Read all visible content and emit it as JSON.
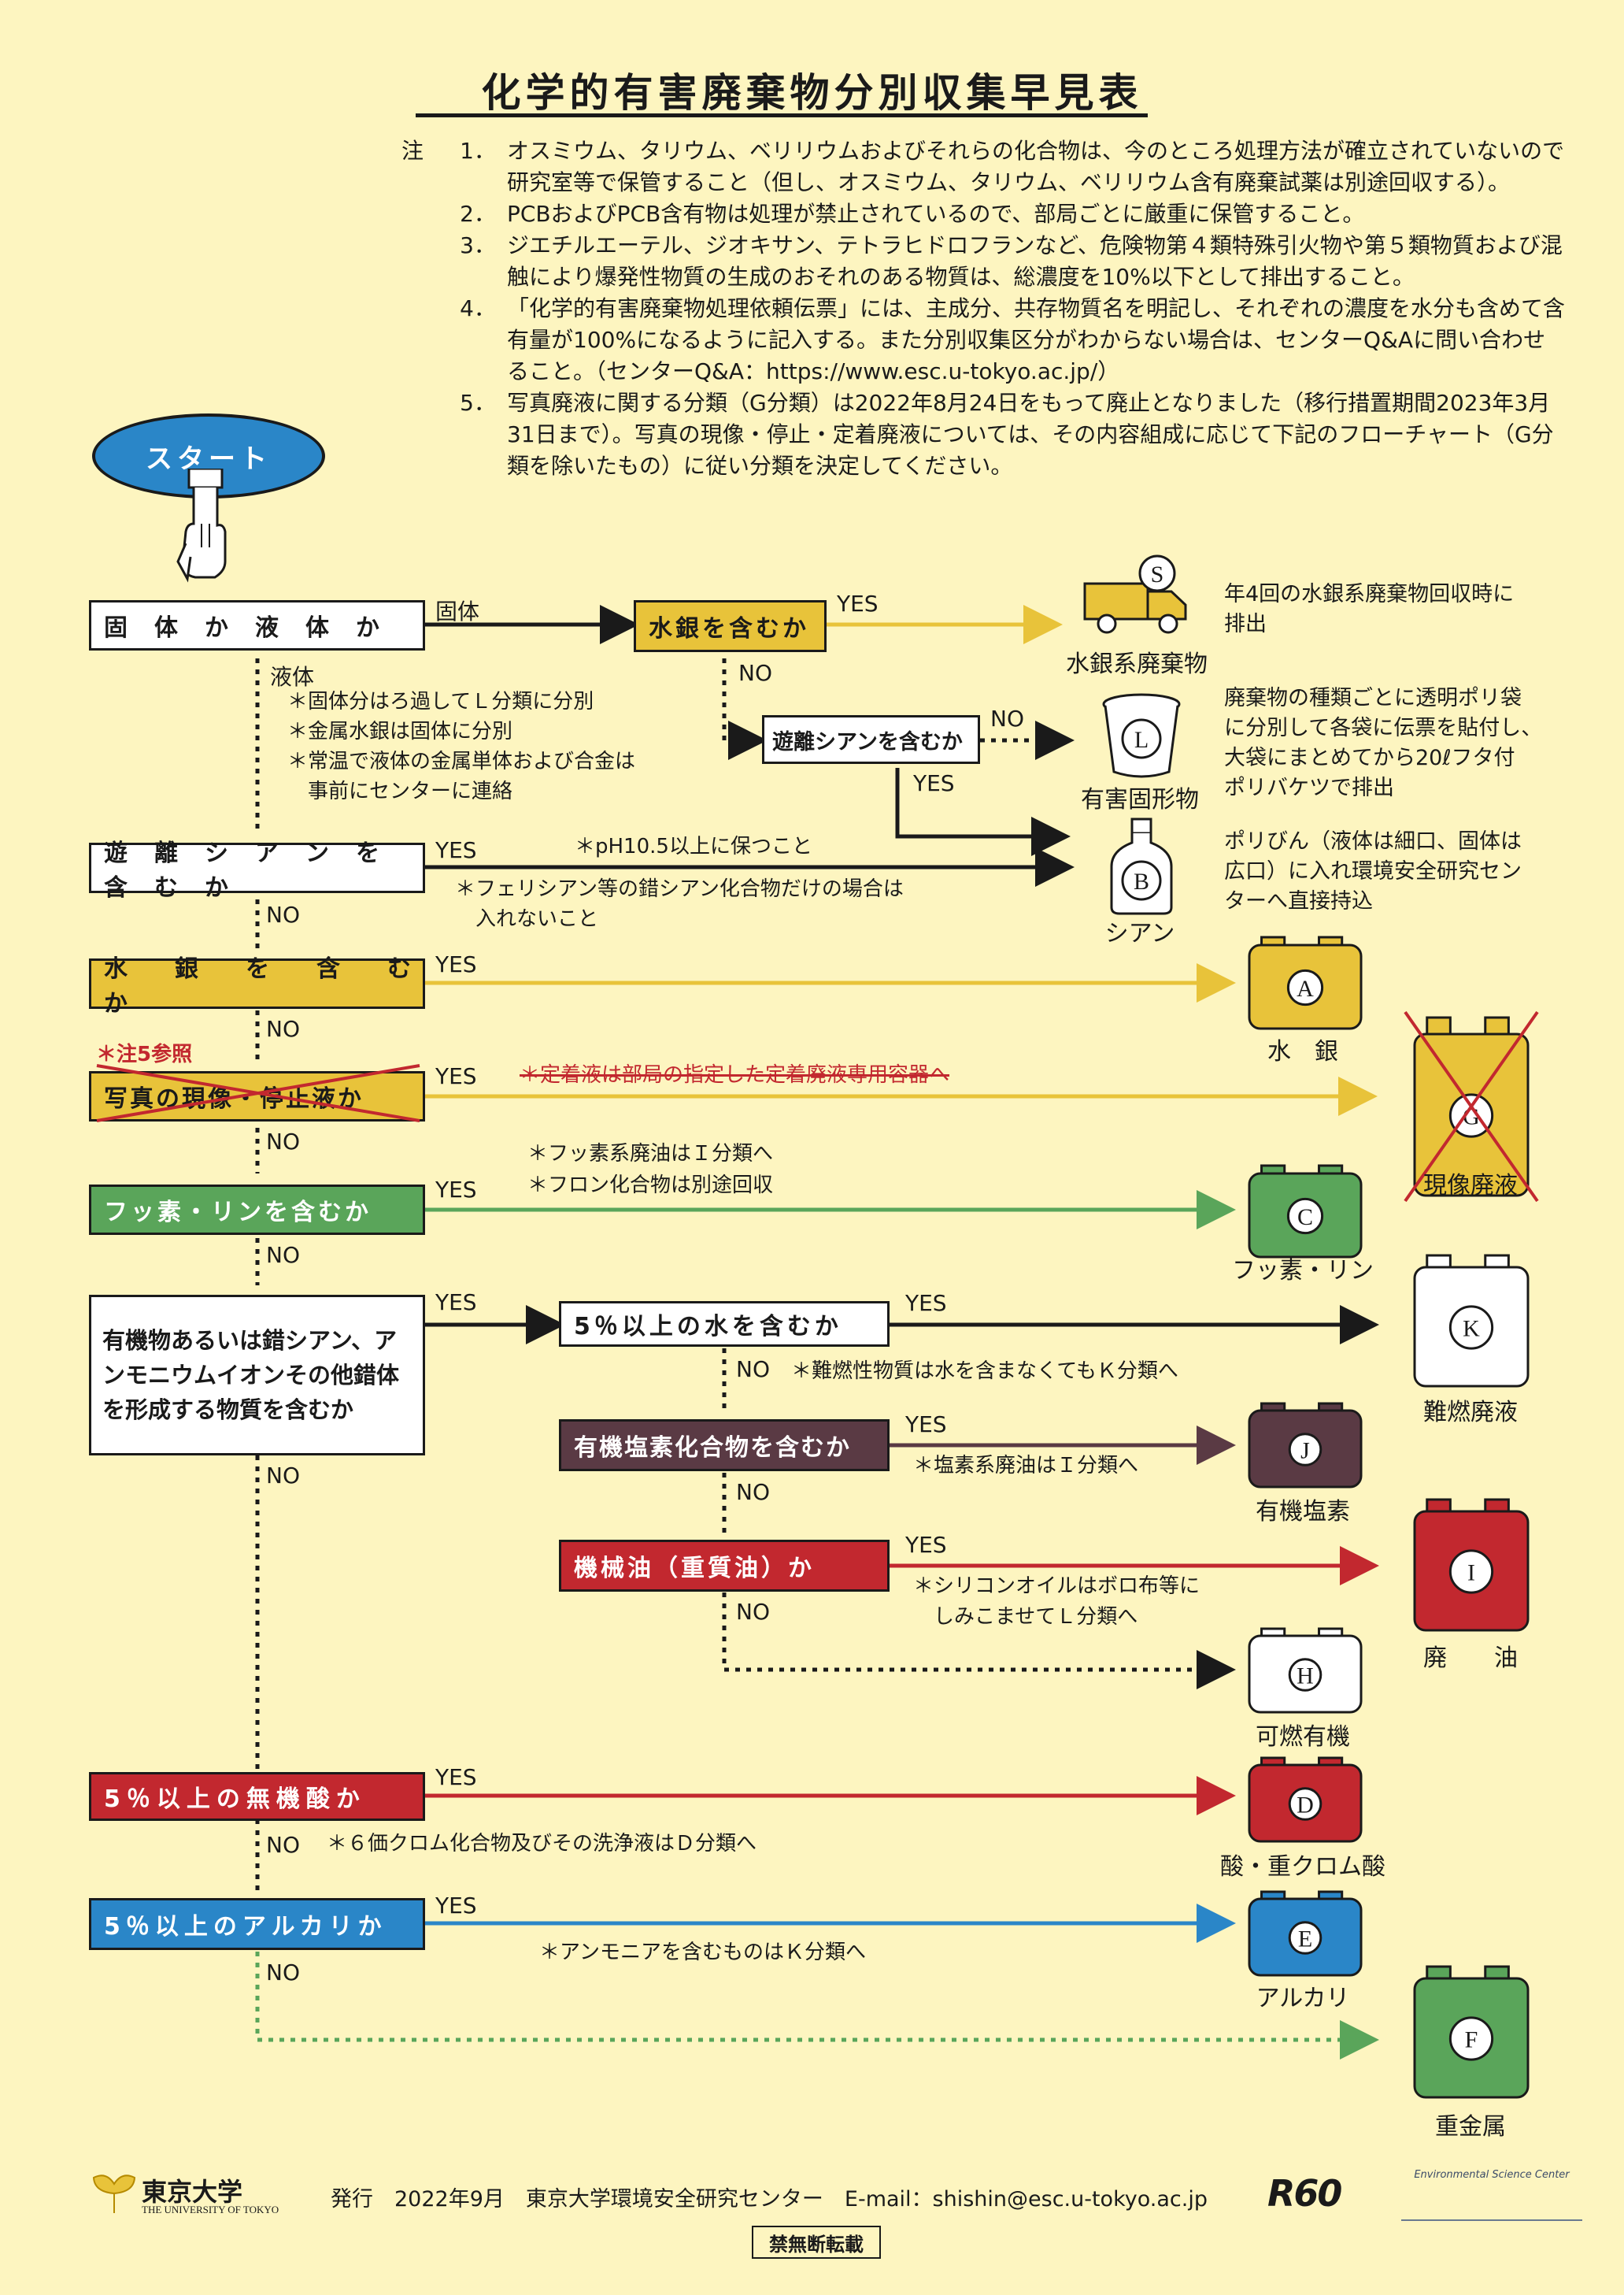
{
  "title": "化学的有害廃棄物分別収集早見表",
  "notes_head": "注",
  "notes": [
    {
      "num": "1．",
      "text": "オスミウム、タリウム、ベリリウムおよびそれらの化合物は、今のところ処理方法が確立されていないので研究室等で保管すること（但し、オスミウム、タリウム、ベリリウム含有廃棄試薬は別途回収する）。"
    },
    {
      "num": "2．",
      "text": "PCBおよびPCB含有物は処理が禁止されているので、部局ごとに厳重に保管すること。"
    },
    {
      "num": "3．",
      "text": "ジエチルエーテル、ジオキサン、テトラヒドロフランなど、危険物第４類特殊引火物や第５類物質および混触により爆発性物質の生成のおそれのある物質は、総濃度を10%以下として排出すること。"
    },
    {
      "num": "4．",
      "text": "「化学的有害廃棄物処理依頼伝票」には、主成分、共存物質名を明記し、それぞれの濃度を水分も含めて含有量が100%になるように記入する。また分別収集区分がわからない場合は、センターQ&Aに問い合わせること。（センターQ&A：https://www.esc.u-tokyo.ac.jp/）"
    },
    {
      "num": "5．",
      "text": "写真廃液に関する分類（G分類）は2022年8月24日をもって廃止となりました（移行措置期間2023年3月31日まで）。写真の現像・停止・定着廃液については、その内容組成に応じて下記のフローチャート（G分類を除いたもの）に従い分類を決定してください。"
    }
  ],
  "start": "スタート",
  "boxes": {
    "solid_liquid": "固　体　か　液　体　か",
    "mercury_solid": "水銀を含むか",
    "free_cyanide_solid": "遊離シアンを含むか",
    "free_cyanide": "遊　離　シ　ア　ン　を　含　む　か",
    "mercury": "水　　銀　　を　　含　　む　　か",
    "photo": "写真の現像・停止液か",
    "fluorine": "フッ素・リンを含むか",
    "organic": "有機物あるいは錯シアン、アンモニウムイオンその他錯体を形成する物質を含むか",
    "water5": "5％以上の水を含むか",
    "chlorinated": "有機塩素化合物を含むか",
    "machine_oil": "機械油（重質油）か",
    "acid": "5％以上の無機酸か",
    "alkali": "5％以上のアルカリか"
  },
  "labels": {
    "solid": "固体",
    "liquid": "液体",
    "yes": "YES",
    "no": "NO",
    "note5ref": "＊注5参照"
  },
  "liquid_notes": [
    "＊固体分はろ過してＬ分類に分別",
    "＊金属水銀は固体に分別",
    "＊常温で液体の金属単体および合金は",
    "　事前にセンターに連絡"
  ],
  "annotations": {
    "ph": "＊pH10.5以上に保つこと",
    "ferricyanide1": "＊フェリシアン等の錯シアン化合物だけの場合は",
    "ferricyanide2": "　入れないこと",
    "fixer": "＊定着液は部局の指定した定着廃液専用容器へ",
    "fluoro1": "＊フッ素系廃油はＩ分類へ",
    "fluoro2": "＊フロン化合物は別途回収",
    "flame": "＊難燃性物質は水を含まなくてもＫ分類へ",
    "chloro": "＊塩素系廃油はＩ分類へ",
    "silicone1": "＊シリコンオイルはボロ布等に",
    "silicone2": "　しみこませてＬ分類へ",
    "chromium": "＊６価クロム化合物及びその洗浄液はＤ分類へ",
    "ammonia": "＊アンモニアを含むものはＫ分類へ"
  },
  "side_notes": {
    "mercury_solid": "年4回の水銀系廃棄物回収時に\n排出",
    "solid": "廃棄物の種類ごとに透明ポリ袋\nに分別して各袋に伝票を貼付し、\n大袋にまとめてから20ℓフタ付\nポリバケツで排出",
    "cyanide": "ポリびん（液体は細口、固体は\n広口）に入れ環境安全研究セン\nターへ直接持込"
  },
  "containers": [
    {
      "key": "S",
      "label": "水銀系廃棄物",
      "color": "#e8c33a",
      "shape": "truck"
    },
    {
      "key": "L",
      "label": "有害固形物",
      "color": "#ffffff",
      "shape": "bucket"
    },
    {
      "key": "B",
      "label": "シアン",
      "color": "#ffffff",
      "shape": "bottle"
    },
    {
      "key": "A",
      "label": "水　銀",
      "color": "#e8c33a",
      "shape": "can"
    },
    {
      "key": "G",
      "label": "現像廃液",
      "color": "#e8c33a",
      "shape": "can"
    },
    {
      "key": "C",
      "label": "フッ素・リン",
      "color": "#5aa55a",
      "shape": "can"
    },
    {
      "key": "K",
      "label": "難燃廃液",
      "color": "#ffffff",
      "shape": "can"
    },
    {
      "key": "J",
      "label": "有機塩素",
      "color": "#5a3a44",
      "shape": "can"
    },
    {
      "key": "I",
      "label": "廃　　油",
      "color": "#c2282f",
      "shape": "can"
    },
    {
      "key": "H",
      "label": "可燃有機",
      "color": "#ffffff",
      "shape": "can"
    },
    {
      "key": "D",
      "label": "酸・重クロム酸",
      "color": "#c2282f",
      "shape": "can"
    },
    {
      "key": "E",
      "label": "アルカリ",
      "color": "#2a86c8",
      "shape": "can"
    },
    {
      "key": "F",
      "label": "重金属",
      "color": "#5aa55a",
      "shape": "can"
    }
  ],
  "footer": {
    "logo": "東京大学",
    "logo_sub": "THE UNIVERSITY OF TOKYO",
    "publisher": "発行　2022年9月　東京大学環境安全研究センター　E-mail：shishin@esc.u-tokyo.ac.jp",
    "r60": "R60",
    "esc_logo": "Environmental Science Center",
    "no_reprint": "禁無断転載"
  }
}
